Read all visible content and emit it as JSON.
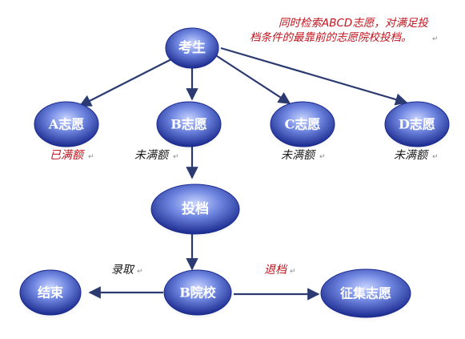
{
  "note": {
    "line1": "同时检索ABCD志愿，对满足投",
    "line2": "档条件的最靠前的志愿院校投档。"
  },
  "nodes": {
    "examinee": "考生",
    "choice_a": "A志愿",
    "choice_b": "B志愿",
    "choice_c": "C志愿",
    "choice_d": "D志愿",
    "file": "投档",
    "college_b": "B院校",
    "end": "结束",
    "solicit": "征集志愿"
  },
  "status": {
    "a": "已满额",
    "b": "未满额",
    "c": "未满额",
    "d": "未满额"
  },
  "edges": {
    "admit": "录取",
    "reject": "退档"
  },
  "colors": {
    "node_outer": "#1a2a8e",
    "node_inner": "#6f86e0",
    "node_highlight": "#c9d4ff",
    "edge": "#2b3a70",
    "red_text": "#c0141e"
  }
}
